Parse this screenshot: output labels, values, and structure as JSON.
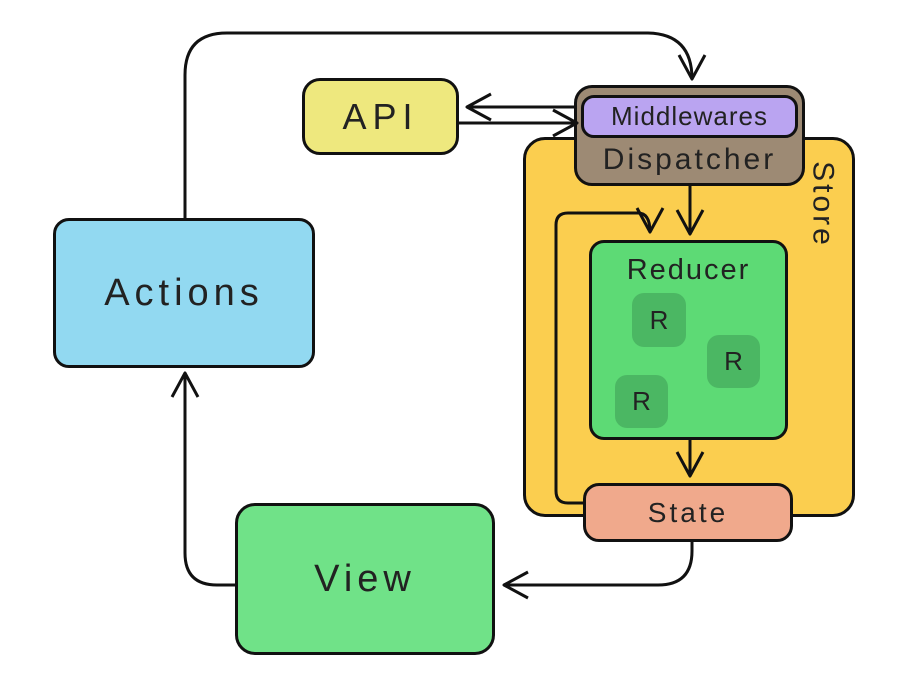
{
  "nodes": {
    "actions": {
      "label": "Actions",
      "fill": "#92D9F1"
    },
    "api": {
      "label": "API",
      "fill": "#EEE87E"
    },
    "dispatcher": {
      "label": "Dispatcher",
      "fill": "#9D8A74"
    },
    "middlewares": {
      "label": "Middlewares",
      "fill": "#BAA4F1"
    },
    "store": {
      "label": "Store",
      "fill": "#FBCE4F"
    },
    "reducer": {
      "label": "Reducer",
      "fill": "#5DDA75",
      "chip_fill": "#4BB763",
      "chips": [
        "R",
        "R",
        "R"
      ]
    },
    "state": {
      "label": "State",
      "fill": "#F0A98C"
    },
    "view": {
      "label": "View",
      "fill": "#70E288"
    }
  },
  "edges": [
    {
      "from": "actions",
      "to": "dispatcher"
    },
    {
      "from": "middlewares",
      "to": "api"
    },
    {
      "from": "api",
      "to": "middlewares"
    },
    {
      "from": "dispatcher",
      "to": "reducer"
    },
    {
      "from": "state",
      "to": "reducer"
    },
    {
      "from": "reducer",
      "to": "state"
    },
    {
      "from": "state",
      "to": "view"
    },
    {
      "from": "view",
      "to": "actions"
    }
  ],
  "colors": {
    "stroke": "#111111",
    "background": "#FFFFFF",
    "text": "#222222"
  }
}
